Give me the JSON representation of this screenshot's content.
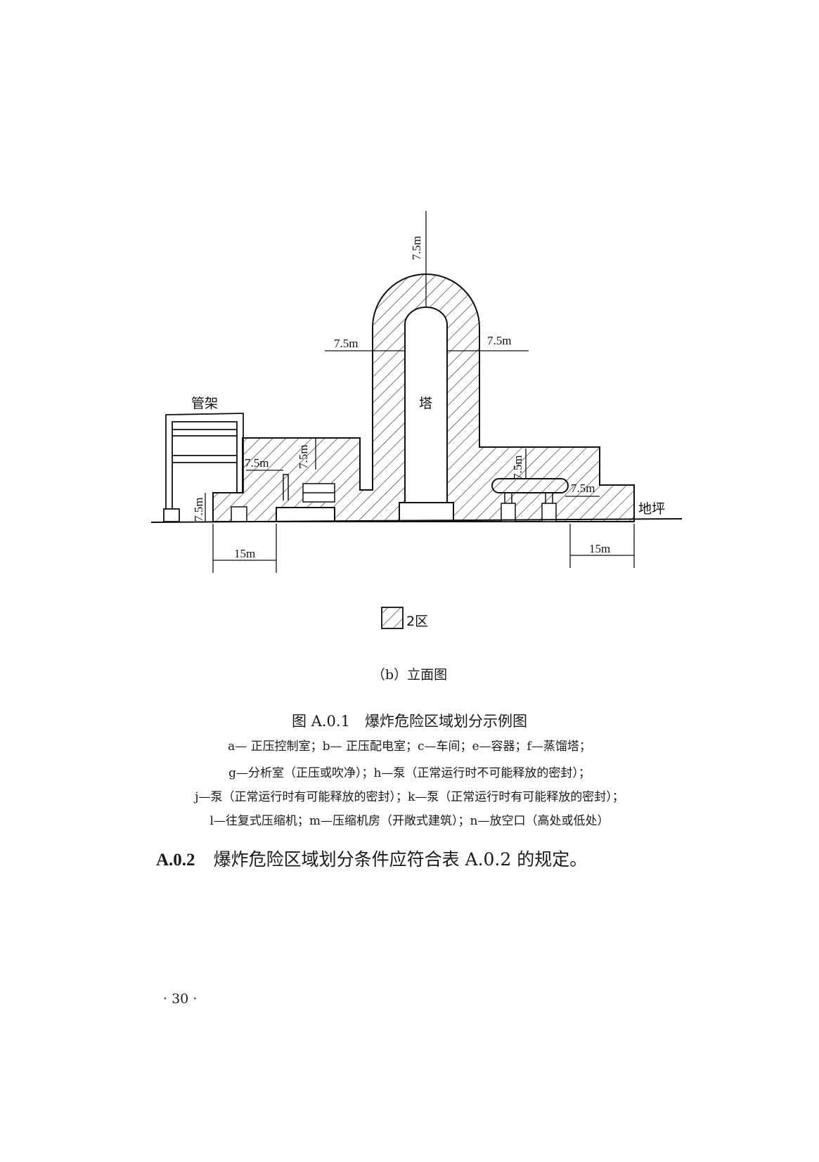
{
  "diagram": {
    "dims": {
      "top": "7.5m",
      "left_tower": "7.5m",
      "right_tower": "7.5m",
      "left_low": "7.5m",
      "left_mid_h": "7.5m",
      "left_mid_v": "7.5m",
      "right_mid_v": "7.5m",
      "right_low": "7.5m",
      "left_base": "15m",
      "right_base": "15m"
    },
    "labels": {
      "tower": "塔",
      "pipe_rack": "管架",
      "ground": "地坪"
    },
    "legend": "2区"
  },
  "subcaption": "（b）立面图",
  "figure_title": "图 A.0.1　爆炸危险区域划分示例图",
  "legend_lines": [
    "a— 正压控制室；b— 正压配电室；c—车间；e—容器；f—蒸馏塔；",
    "g—分析室（正压或吹净）；h—泵（正常运行时不可能释放的密封）；",
    "j—泵（正常运行时有可能释放的密封）；k—泵（正常运行时有可能释放的密封）；",
    "l—往复式压缩机；m—压缩机房（开敞式建筑）；n—放空口（高处或低处）"
  ],
  "section": {
    "number": "A.0.2",
    "text": "爆炸危险区域划分条件应符合表 A.0.2 的规定。"
  },
  "page_number": "· 30 ·"
}
